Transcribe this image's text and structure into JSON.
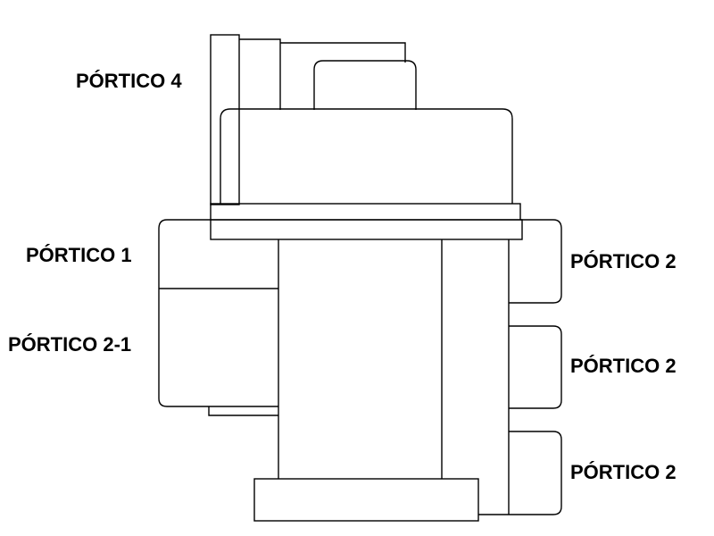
{
  "labels": {
    "port4": "PÓRTICO 4",
    "port1": "PÓRTICO 1",
    "port2_1": "PÓRTICO 2-1",
    "port2_top": "PÓRTICO 2",
    "port2_mid": "PÓRTICO 2",
    "port2_bot": "PÓRTICO 2"
  },
  "colors": {
    "line": "#000000",
    "background": "#ffffff",
    "text": "#000000"
  }
}
